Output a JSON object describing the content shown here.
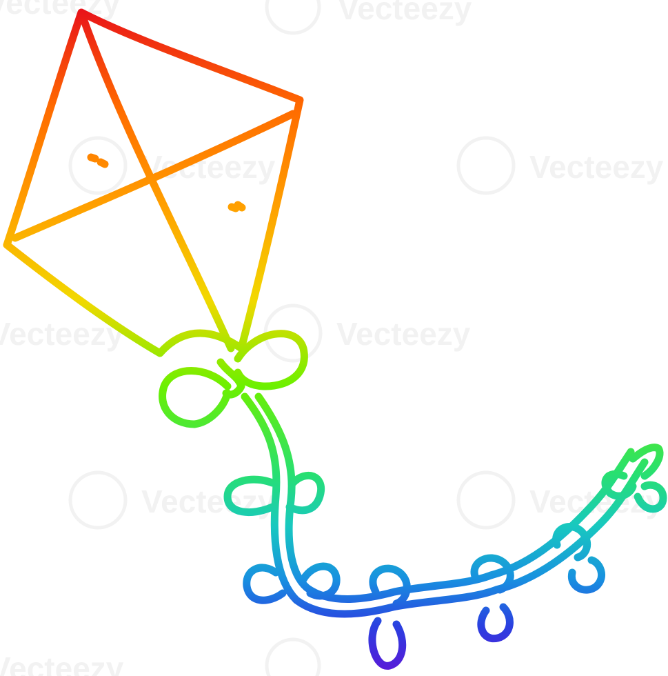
{
  "image": {
    "subject": "kite",
    "style": "rainbow-gradient-line-art"
  },
  "colors": {
    "background": "#ffffff",
    "gradient": [
      "#e8101a",
      "#ff6a00",
      "#ffb000",
      "#f2d800",
      "#6cf000",
      "#28e060",
      "#18c8b0",
      "#1890e0",
      "#2a40e0",
      "#5a18d8"
    ],
    "watermark": "#f2f2f2"
  },
  "watermark": {
    "text": "Vecteezy",
    "logo_icon": "vecteezy-v-logo-icon"
  }
}
